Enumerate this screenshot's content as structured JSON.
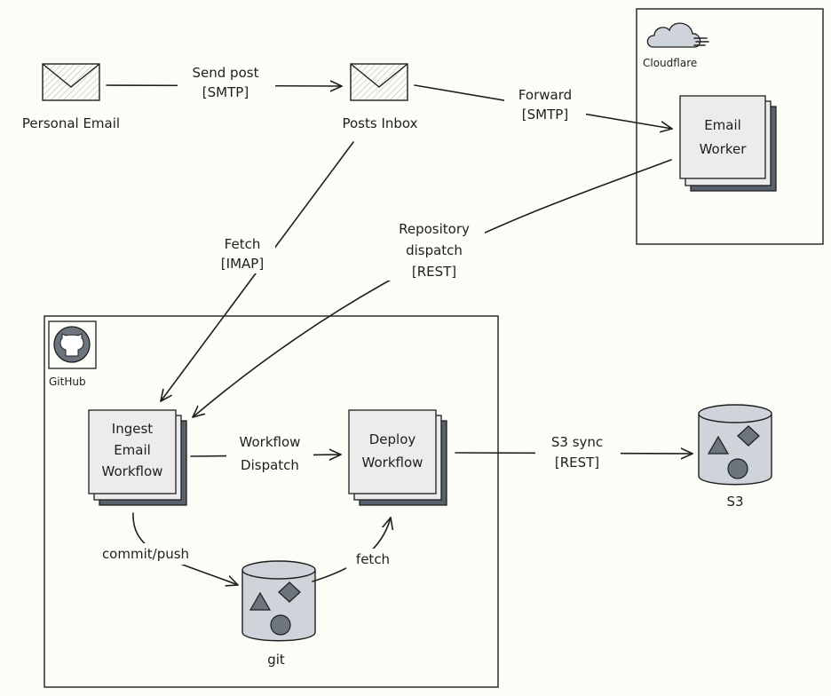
{
  "nodes": {
    "personal_email": "Personal Email",
    "posts_inbox": "Posts Inbox",
    "cloudflare": "Cloudflare",
    "email_worker": [
      "Email",
      "Worker"
    ],
    "github": "GitHub",
    "ingest": [
      "Ingest",
      "Email",
      "Workflow"
    ],
    "deploy": [
      "Deploy",
      "Workflow"
    ],
    "git": "git",
    "s3": "S3"
  },
  "edges": {
    "send_post": [
      "Send post",
      "[SMTP]"
    ],
    "forward": [
      "Forward",
      "[SMTP]"
    ],
    "fetch_imap": [
      "Fetch",
      "[IMAP]"
    ],
    "repo_dispatch": [
      "Repository",
      "dispatch",
      "[REST]"
    ],
    "workflow_dispatch": [
      "Workflow",
      "Dispatch"
    ],
    "s3_sync": [
      "S3 sync",
      "[REST]"
    ],
    "commit_push": "commit/push",
    "fetch": "fetch"
  },
  "colors": {
    "background": "#fdfdf8",
    "stroke": "#1e1e1e",
    "card_fill": "#ececec",
    "card_shadow": "#59616c",
    "db_body": "#ced4da",
    "shape_fill": "#6c757d",
    "envelope_fill": "#e6e6e6"
  },
  "icons": {
    "email": "envelope-icon",
    "cloudflare": "cloud-icon",
    "github": "github-icon",
    "storage": "database-icon"
  }
}
